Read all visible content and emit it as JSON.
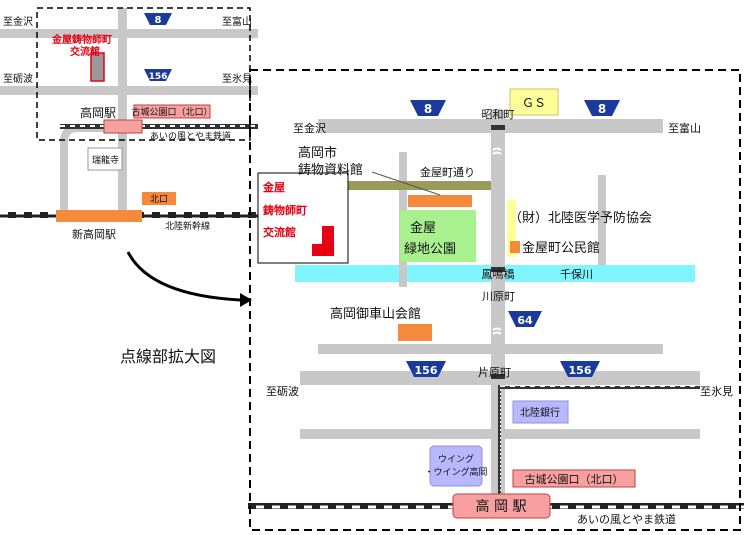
{
  "colors": {
    "road": "#c8c8c8",
    "river": "#7ff5ff",
    "building_orange": "#f58a3c",
    "station_pink": "#f6a0a0",
    "highway_blue": "#1a3a9e",
    "park_green": "#a9f08f",
    "gs_yellow": "#ffff99",
    "bank_blue": "#b8b8ff",
    "accent_red": "#e60012",
    "olive_street": "#9a9a5a"
  },
  "overview": {
    "dest_kanazawa": "至金沢",
    "dest_toyama": "至富山",
    "dest_tonami": "至砺波",
    "dest_himi": "至氷見",
    "route_8": "8",
    "route_156": "156",
    "museum_name": [
      "金屋鋳物師町",
      "交流館"
    ],
    "takaoka_station": "高岡駅",
    "kojo_park_exit": "古城公園口（北口）",
    "zuiryuji": "瑞龍寺",
    "north_exit": "北口",
    "shin_takaoka_station": "新高岡駅",
    "ainokaze_railway": "あいの風とやま鉄道",
    "hokuriku_shinkansen": "北陸新幹線"
  },
  "caption": "点線部拡大図",
  "detail": {
    "dest_kanazawa": "至金沢",
    "dest_toyama": "至富山",
    "dest_tonami": "至砺波",
    "dest_himi": "至氷見",
    "route_8": "8",
    "route_64": "64",
    "route_156": "156",
    "gs": "ＧＳ",
    "showa_town": "昭和町",
    "museum_name": [
      "高岡市",
      "鋳物資料館"
    ],
    "kanaya_street": "金屋町通り",
    "exchange_hall": [
      "金屋",
      "鋳物師町",
      "交流館"
    ],
    "park": [
      "金屋",
      "緑地公園"
    ],
    "medical_assoc": "（財）北陸医学予防協会",
    "public_hall": "金屋町公民館",
    "houmei_bridge": "鳳鳴橋",
    "chiho_river": "千保川",
    "kawahara_town": "川原町",
    "mikurumayama_hall": "高岡御車山会館",
    "katahara_town": "片原町",
    "hokuriku_bank": "北陸銀行",
    "wing": [
      "ウイング",
      "・ウイング高岡"
    ],
    "kojo_park_exit": "古城公園口（北口）",
    "takaoka_station": "高 岡 駅",
    "ainokaze_railway": "あいの風とやま鉄道"
  }
}
